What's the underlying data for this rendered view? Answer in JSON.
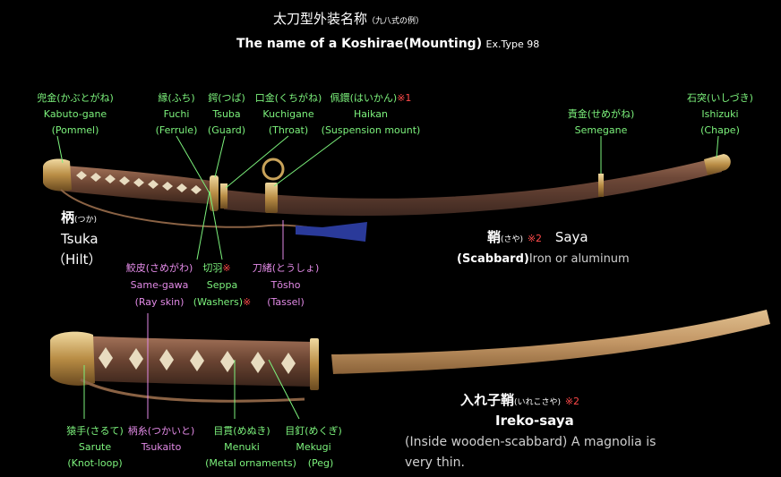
{
  "title": {
    "jp_main": "太刀型外装名称",
    "jp_sub": "（九八式の例）",
    "en_main": "The name of a Koshirae(Mounting)",
    "en_sub": "Ex.Type 98"
  },
  "labels": {
    "kabutogane": {
      "jp": "兜金(かぶとがね)",
      "en": "Kabuto-gane",
      "desc": "(Pommel)"
    },
    "fuchi": {
      "jp": "縁(ふち)",
      "en": "Fuchi",
      "desc": "(Ferrule)"
    },
    "tsuba": {
      "jp": "鍔(つば)",
      "en": "Tsuba",
      "desc": "(Guard)"
    },
    "kuchigane": {
      "jp": "口金(くちがね)",
      "en": "Kuchigane",
      "desc": "(Throat)"
    },
    "haikan": {
      "jp": "佩鐶(はいかん)",
      "note": "※1",
      "en": "Haikan",
      "desc": "(Suspension mount)"
    },
    "semegane": {
      "jp": "責金(せめがね)",
      "en": "Semegane"
    },
    "ishizuki": {
      "jp": "石突(いしづき)",
      "en": "Ishizuki",
      "desc": "(Chape)"
    },
    "tsuka": {
      "jp": "柄",
      "ruby": "(つか)",
      "en": "Tsuka",
      "desc": "（Hilt）"
    },
    "samegawa": {
      "jp": "鮫皮(さめがわ)",
      "en": "Same-gawa",
      "desc": "(Ray skin)"
    },
    "seppa": {
      "jp": "切羽",
      "note": "※",
      "en": "Seppa",
      "desc": "(Washers)",
      "desc_note": "※"
    },
    "tosho": {
      "jp": "刀緒(とうしょ)",
      "en": "Tōsho",
      "desc": "(Tassel)"
    },
    "saya": {
      "jp": "鞘",
      "ruby": "(さや)",
      "note": "※2",
      "en": "Saya",
      "desc_bold": "(Scabbard)",
      "desc": "Iron or aluminum"
    },
    "sarute": {
      "jp": "猿手(さるて)",
      "en": "Sarute",
      "desc": "(Knot-loop)"
    },
    "tsukaito": {
      "jp": "柄糸(つかいと)",
      "en": "Tsukaito"
    },
    "menuki": {
      "jp": "目貫(めぬき)",
      "en": "Menuki",
      "desc": "(Metal ornaments)"
    },
    "mekugi": {
      "jp": "目釘(めくぎ)",
      "en": "Mekugi",
      "desc": "(Peg)"
    },
    "irekosaya": {
      "jp": "入れ子鞘",
      "ruby": "(いれこさや)",
      "note": "※2",
      "en": "Ireko-saya",
      "desc1": "(Inside wooden-scabbard) A magnolia is",
      "desc2": "very thin."
    }
  },
  "colors": {
    "label_green": "#7cf27c",
    "label_pink": "#e28ae6",
    "note_red": "#ff4a4a",
    "scabbard_brown": "#6a4634",
    "wood": "#c9a170",
    "brass": "#c9a35a"
  }
}
